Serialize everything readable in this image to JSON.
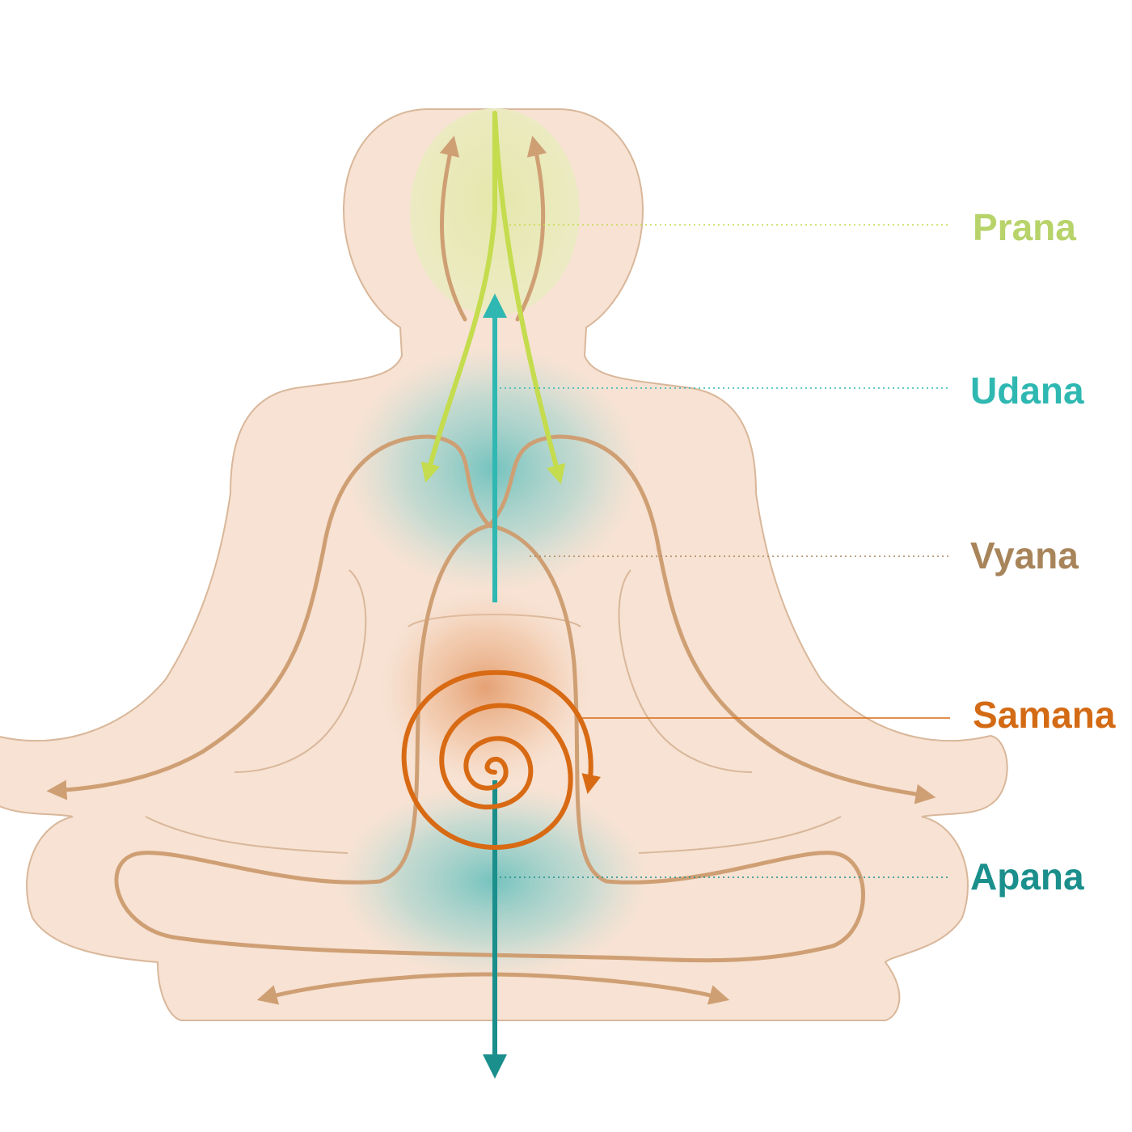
{
  "labels": {
    "prana": {
      "text": "Prana",
      "color": "#b7d36a"
    },
    "udana": {
      "text": "Udana",
      "color": "#2fb8b1"
    },
    "vyana": {
      "text": "Vyana",
      "color": "#a8845b"
    },
    "samana": {
      "text": "Samana",
      "color": "#d36a14"
    },
    "apana": {
      "text": "Apana",
      "color": "#1a8f8c"
    }
  },
  "colors": {
    "body_fill": "#f7e2d3",
    "body_outline": "#d9b79a",
    "head_tint": "#e6e9b6",
    "vyana_flow": "#cf9f74",
    "prana_flow": "#c4dc4d",
    "udana_flow": "#2fb8b1",
    "samana_flow": "#d86a14",
    "apana_flow": "#1a8f8c",
    "teal_glow": "#5fbdbb",
    "orange_glow": "#e39a6a"
  }
}
